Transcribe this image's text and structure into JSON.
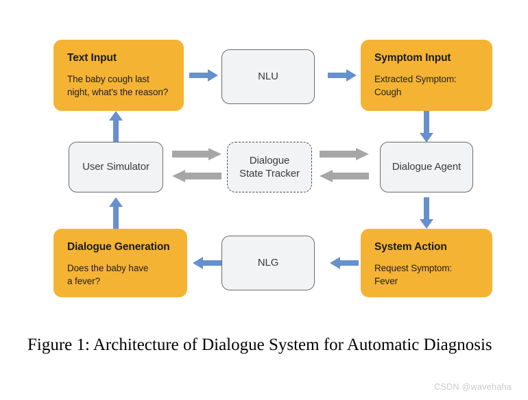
{
  "figure": {
    "caption": "Figure 1: Architecture of Dialogue System for Automatic Diagnosis",
    "watermark": "CSDN @wavehaha"
  },
  "colors": {
    "orange_fill": "#F5B334",
    "gray_fill": "#F2F3F4",
    "gray_stroke": "#6B6B6B",
    "blue_arrow": "#6690CE",
    "gray_arrow": "#A6A6A6",
    "text": "#1F1F1F",
    "watermark": "#C9C9C9"
  },
  "nodes": {
    "text_input": {
      "title": "Text Input",
      "body": "The baby cough last\nnight, what's the reason?"
    },
    "nlu": {
      "label": "NLU"
    },
    "symptom_input": {
      "title": "Symptom Input",
      "body": "Extracted Symptom:\nCough"
    },
    "user_simulator": {
      "label": "User Simulator"
    },
    "dialogue_state_tracker": {
      "label": "Dialogue\nState Tracker"
    },
    "dialogue_agent": {
      "label": "Dialogue Agent"
    },
    "dialogue_generation": {
      "title": "Dialogue Generation",
      "body": "Does the baby have\na fever?"
    },
    "nlg": {
      "label": "NLG"
    },
    "system_action": {
      "title": "System Action",
      "body": "Request Symptom:\nFever"
    }
  },
  "edges": [
    {
      "name": "text-input-to-nlu",
      "from": "text_input",
      "to": "nlu",
      "direction": "right",
      "color": "blue"
    },
    {
      "name": "nlu-to-symptom-input",
      "from": "nlu",
      "to": "symptom_input",
      "direction": "right",
      "color": "blue"
    },
    {
      "name": "symptom-input-to-dialogue-agent",
      "from": "symptom_input",
      "to": "dialogue_agent",
      "direction": "down",
      "color": "blue"
    },
    {
      "name": "dialogue-agent-to-system-action",
      "from": "dialogue_agent",
      "to": "system_action",
      "direction": "down",
      "color": "blue"
    },
    {
      "name": "system-action-to-nlg",
      "from": "system_action",
      "to": "nlg",
      "direction": "left",
      "color": "blue"
    },
    {
      "name": "nlg-to-dialogue-generation",
      "from": "nlg",
      "to": "dialogue_generation",
      "direction": "left",
      "color": "blue"
    },
    {
      "name": "dialogue-generation-to-user-simulator",
      "from": "dialogue_generation",
      "to": "user_simulator",
      "direction": "up",
      "color": "blue"
    },
    {
      "name": "user-simulator-to-text-input",
      "from": "user_simulator",
      "to": "text_input",
      "direction": "up",
      "color": "blue"
    },
    {
      "name": "user-simulator-to-state-tracker",
      "from": "user_simulator",
      "to": "dialogue_state_tracker",
      "direction": "right",
      "color": "gray"
    },
    {
      "name": "state-tracker-to-user-simulator",
      "from": "dialogue_state_tracker",
      "to": "user_simulator",
      "direction": "left",
      "color": "gray"
    },
    {
      "name": "state-tracker-to-dialogue-agent",
      "from": "dialogue_state_tracker",
      "to": "dialogue_agent",
      "direction": "right",
      "color": "gray"
    },
    {
      "name": "dialogue-agent-to-state-tracker",
      "from": "dialogue_agent",
      "to": "dialogue_state_tracker",
      "direction": "left",
      "color": "gray"
    }
  ]
}
